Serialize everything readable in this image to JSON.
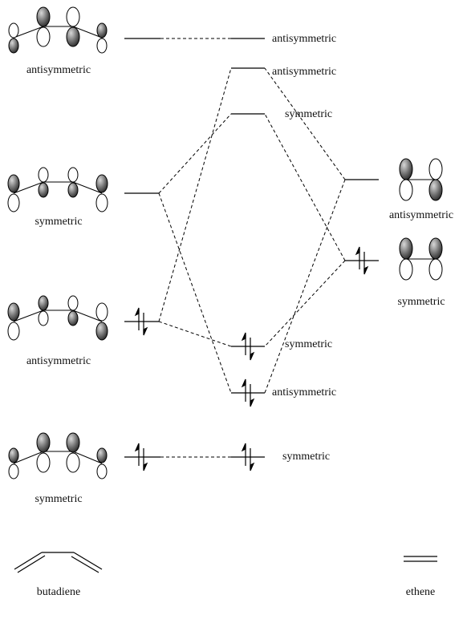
{
  "labels": {
    "but_psi4": "antisymmetric",
    "but_psi3": "symmetric",
    "but_psi2": "antisymmetric",
    "but_psi1": "symmetric",
    "eth_pistar": "antisymmetric",
    "eth_pi": "symmetric",
    "prod_top": "antisymmetric",
    "prod_a2": "antisymmetric",
    "prod_s2": "symmetric",
    "prod_s1": "symmetric",
    "prod_a1": "antisymmetric",
    "prod_bottom": "symmetric"
  },
  "molecules": {
    "butadiene": "butadiene",
    "ethene": "ethene"
  },
  "colors": {
    "line": "#000000",
    "lobe_fill": "#7a7a7a",
    "lobe_empty": "#ffffff"
  }
}
